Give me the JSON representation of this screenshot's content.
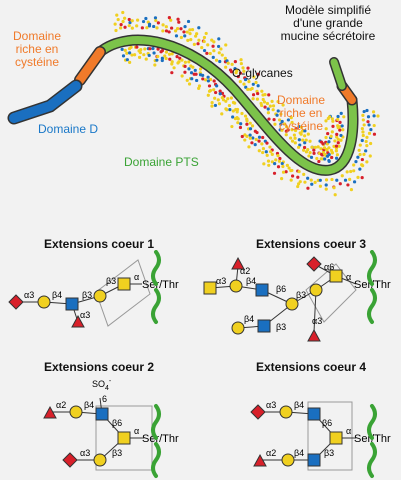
{
  "header": {
    "title_line1": "Modèle simplifié",
    "title_line2": "d'une grande",
    "title_line3": "mucine sécrétoire"
  },
  "molecule": {
    "cys_left_l1": "Domaine",
    "cys_left_l2": "riche en",
    "cys_left_l3": "cystéine",
    "domain_d": "Domaine D",
    "o_glycanes": "O-glycanes",
    "cys_right_l1": "Domaine",
    "cys_right_l2": "riche en",
    "cys_right_l3": "cystéine",
    "domain_pts": "Domaine PTS"
  },
  "colors": {
    "green": "#3aa335",
    "orange": "#f07a2a",
    "blue": "#1a6fc0",
    "yellow": "#f0d020",
    "gal": "#f0d020",
    "galnac": "#f0d020",
    "glcnac": "#1a6fc0",
    "fucose": "#d8202a"
  },
  "cores": {
    "c1_title": "Extensions coeur 1",
    "c2_title": "Extensions coeur 2",
    "c3_title": "Extensions coeur 3",
    "c4_title": "Extensions coeur 4",
    "ser_thr": "Ser/Thr",
    "alpha": "α",
    "a2": "α2",
    "a3": "α3",
    "a6": "α6",
    "b3": "β3",
    "b4": "β4",
    "b6": "β6",
    "six": "6",
    "so4": "SO",
    "so4_sub": "4",
    "so4_sup": "-"
  }
}
